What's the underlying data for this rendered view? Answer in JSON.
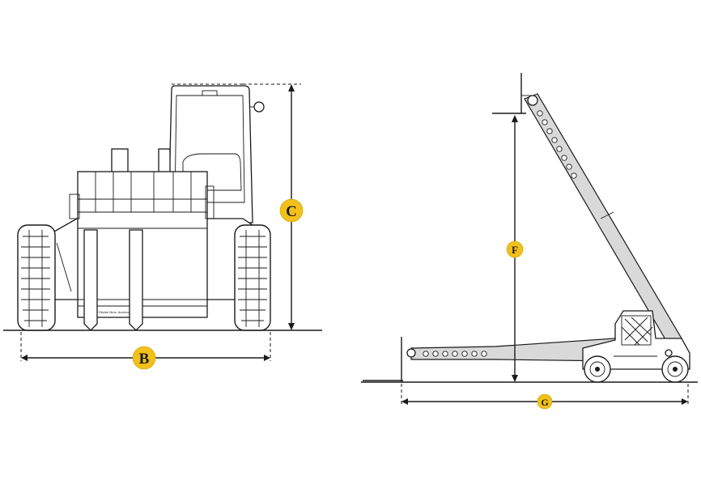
{
  "dimensions": {
    "front_width": {
      "label": "B"
    },
    "front_height": {
      "label": "C"
    },
    "max_lift_height": {
      "label": "F"
    },
    "max_reach": {
      "label": "G"
    }
  },
  "colors": {
    "badge_fill": "#f2c01b",
    "line": "#1a1a1a",
    "boom_fill": "#d9d9d9"
  },
  "credit": "© Ritchie Bros. Auctioneers"
}
